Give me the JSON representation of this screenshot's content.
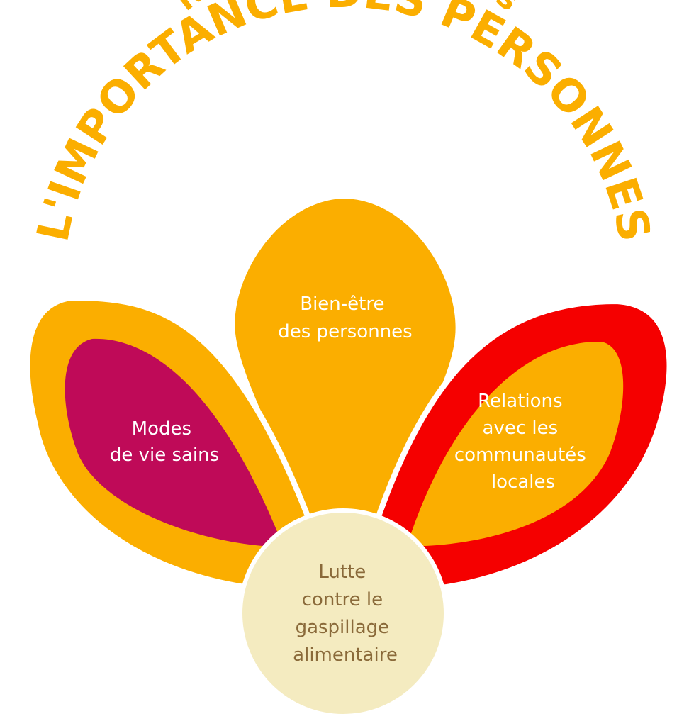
{
  "title": {
    "line1": "Nous reconnaissons",
    "line2": "L'IMPORTANCE DES PERSONNES"
  },
  "petals": {
    "left": {
      "lines": [
        "Modes",
        "de vie sains"
      ]
    },
    "center": {
      "lines": [
        "Bien-être",
        "des personnes"
      ]
    },
    "right": {
      "lines": [
        "Relations",
        "avec les",
        "communautés",
        "locales"
      ]
    },
    "bottom": {
      "lines": [
        "Lutte",
        "contre le",
        "gaspillage",
        "alimentaire"
      ]
    }
  },
  "colors": {
    "orange": "#FBAE00",
    "magenta": "#BF0A58",
    "red": "#F50000",
    "cream": "#F4EBC0",
    "white_text": "#FFFFFF",
    "brown_text": "#8A6A3A"
  }
}
